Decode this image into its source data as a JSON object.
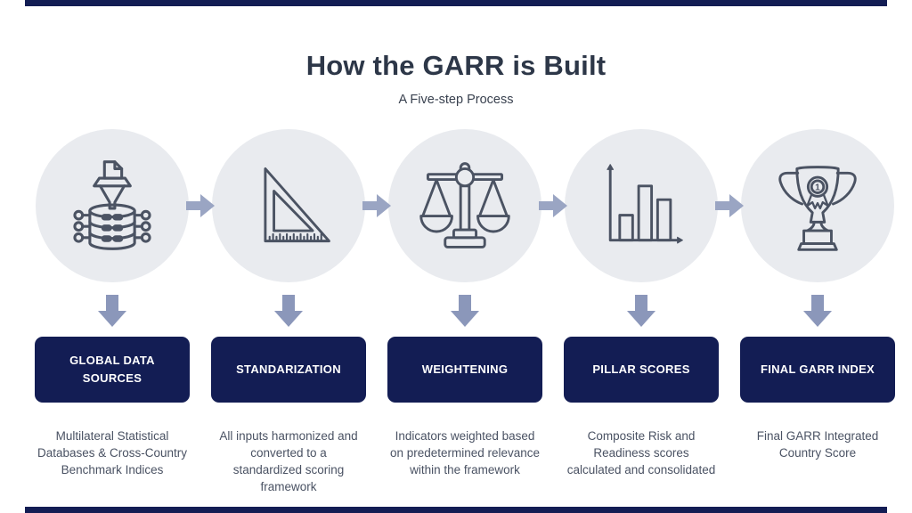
{
  "header": {
    "title": "How the GARR is Built",
    "subtitle": "A Five-step Process"
  },
  "colors": {
    "navy": "#131d54",
    "title_text": "#2d3748",
    "body_text": "#4a5263",
    "circle_bg": "#e9ebef",
    "icon_stroke": "#4b5363",
    "arrow_right": "#9aa5c3",
    "arrow_down": "#8b97ba"
  },
  "steps": [
    {
      "name": "global-data-sources",
      "icon": "database-funnel-icon",
      "label_lines": [
        "GLOBAL DATA",
        "SOURCES"
      ],
      "description_lines": [
        "Multilateral Statistical",
        "Databases & Cross-Country",
        "Benchmark Indices"
      ]
    },
    {
      "name": "standarization",
      "icon": "set-square-ruler-icon",
      "label_lines": [
        "STANDARIZATION"
      ],
      "description_lines": [
        "All inputs harmonized and",
        "converted to a",
        "standardized scoring",
        "framework"
      ]
    },
    {
      "name": "weightening",
      "icon": "balance-scale-icon",
      "label_lines": [
        "WEIGHTENING"
      ],
      "description_lines": [
        "Indicators weighted based",
        "on predetermined relevance",
        "within the framework"
      ]
    },
    {
      "name": "pillar-scores",
      "icon": "bar-chart-icon",
      "label_lines": [
        "PILLAR SCORES"
      ],
      "description_lines": [
        "Composite Risk and",
        "Readiness scores",
        "calculated and consolidated"
      ]
    },
    {
      "name": "final-garr-index",
      "icon": "trophy-icon",
      "label_lines": [
        "FINAL GARR INDEX"
      ],
      "description_lines": [
        "Final GARR Integrated",
        "Country Score"
      ]
    }
  ],
  "trophy_badge_number": "1"
}
